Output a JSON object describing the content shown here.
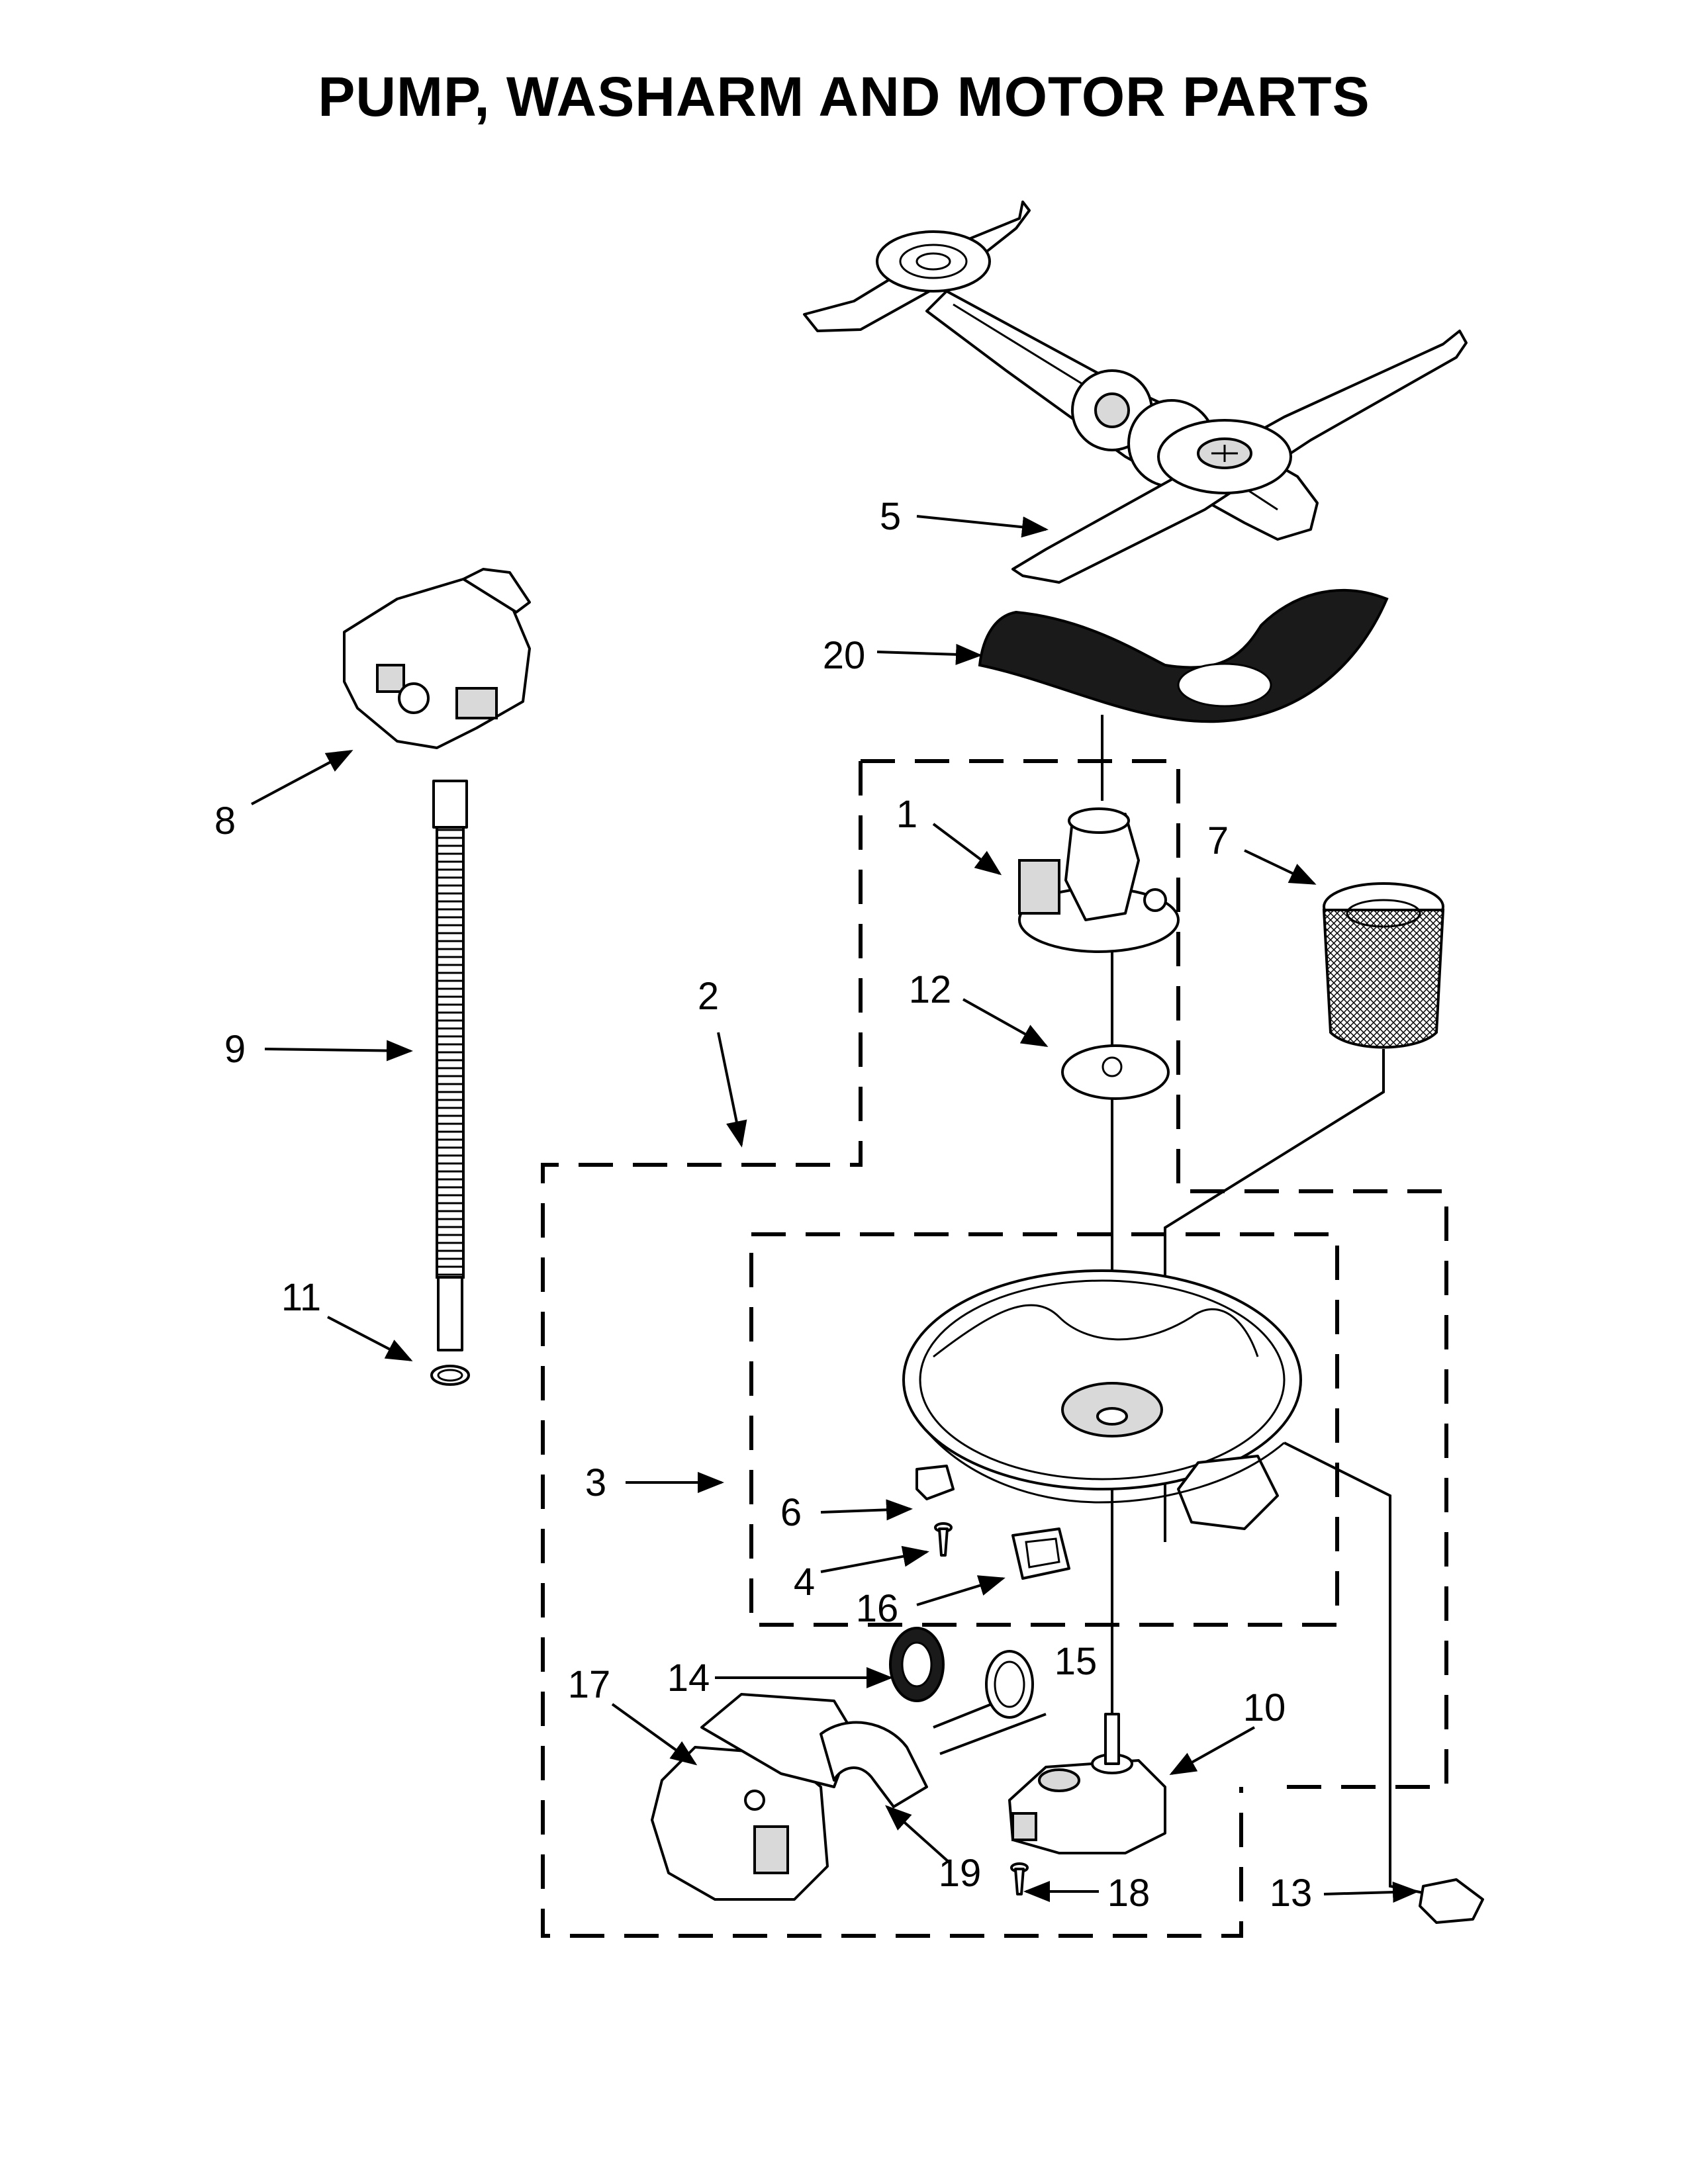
{
  "title": "PUMP, WASHARM AND MOTOR PARTS",
  "callouts": [
    "1",
    "2",
    "3",
    "4",
    "5",
    "6",
    "7",
    "8",
    "9",
    "10",
    "11",
    "12",
    "13",
    "14",
    "15",
    "16",
    "17",
    "18",
    "19",
    "20"
  ]
}
